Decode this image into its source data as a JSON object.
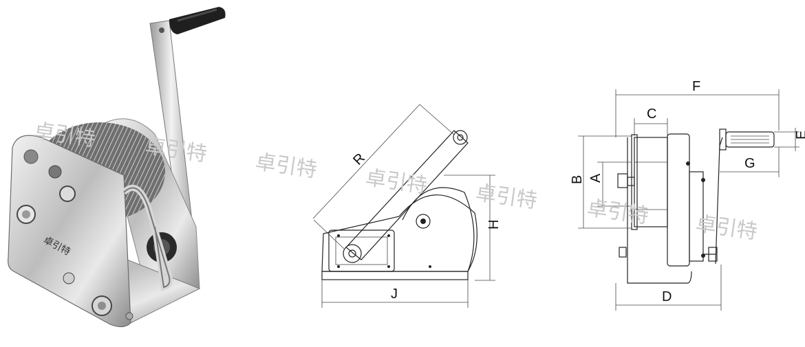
{
  "photo": {
    "subject": "stainless steel hand winch"
  },
  "body_mark": "卓引特",
  "watermarks": [
    "卓引特",
    "卓引特",
    "卓引特",
    "卓引特",
    "卓引特",
    "卓引特",
    "卓引特"
  ],
  "side_view": {
    "labels": {
      "R": "R",
      "H": "H",
      "J": "J"
    }
  },
  "front_view": {
    "labels": {
      "F": "F",
      "C": "C",
      "B": "B",
      "A": "A",
      "E": "E",
      "G": "G",
      "D": "D"
    }
  }
}
